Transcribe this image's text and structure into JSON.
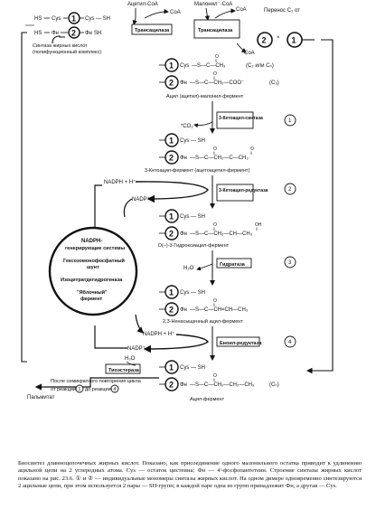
{
  "diagram": {
    "acetyl_coa": "Ацетил-СоА",
    "malonyl_coa": "Малонил⁻-СоА",
    "coa_1": "СоА",
    "coa_2": "СоА",
    "coa_3": "СоА",
    "transfer_c2": "Перенос C₂ от",
    "hs_label": "HS",
    "cys": "Cys",
    "cys_sh": "Cys — SH",
    "fn": "Фн",
    "sh": "SH",
    "transacylase_1": "Трансацилаза",
    "transacylase_2": "Трансацилаза",
    "synthase_label": "Синтаза жирных кислот",
    "synthase_sub": "(полифункционный комплекс)",
    "acyl_fragment": "—S—C—CH₃",
    "acyl_note": "(C₂ или Cₙ)",
    "malonyl_fragment": "—S—C—CH₂—COO⁻",
    "malonyl_note": "(C₃)",
    "acyl_malonyl_enzyme": "Ацил (ацетил)-малонил-фермент",
    "ketoacyl_synthase": "3-Кетоацил-синтаза",
    "co2": "*CO₂",
    "ketoacyl_fragment": "—S—C—CH₂—C—CH₃",
    "ketoacyl_enzyme": "3-Кетоацил-фермент (ацетоацетил-фермент)",
    "nadph_h_1": "NADPH + H⁺",
    "nadp_1": "NADP⁺",
    "ketoacyl_reductase": "3-Кетоацил-редуктаза",
    "hydroxyacyl_fragment": "—S—C—CH₂—CH—CH₃",
    "oh": "OH",
    "hydroxyacyl_enzyme": "D(–)-3-Гидроксиацил-фермент",
    "dehydratase": "Гидратаза",
    "h2o_1": "H₂O",
    "enoyl_fragment": "—S—C—CH=CH—CH₃",
    "enoyl_enzyme": "2,3-Ненасыщенный ацил-фермент",
    "generating_title": "NADPH-",
    "generating_title2": "генерирующие системы",
    "gen_1": "Гексозомонофосфатный",
    "gen_1b": "шунт",
    "gen_2": "Изоцитратдегидрогеназа",
    "gen_3": "\"Яблочный\"",
    "gen_3b": "фермент",
    "nadph_h_2": "NADPH + H⁺",
    "nadp_2": "NADP⁺",
    "enoyl_reductase": "Еноил-редуктаза",
    "thioesterase": "Тиоэстераза",
    "h2o_2": "H₂O",
    "after_7": "После семикратного повторения цикла",
    "from_reaction": "от реакции",
    "to_reaction": "до реакции",
    "palmitate": "Пальмитат",
    "acyl_fragment_final": "—S—C—CH₂—CH₂—CH₃",
    "cn_note": "(Cₙ)",
    "acyl_enzyme": "Ацил-фермент",
    "o": "O",
    "step_1": "1",
    "step_2": "2",
    "step_3": "3",
    "step_4": "4"
  },
  "caption": {
    "text": "Биосинтез длинноцепочечных жирных кислот. Показано, как присоединение одного малонильного остатка приводит к удлинению ацильной цепи на 2 углеродных атома. Cys — остаток цистеина; Фн — 4'-фосфопантетеин. Строение синтазы жирных кислот показано на рис. 23.6. ① и ② — индивидуальные мономеры синтазы жирных кислот. На одном димере одновременно синтезируются 2 ацильные цепи, при этом используется 2 пары — SH-групп; в каждой паре одна из групп принадлежит Фн, а другая — Cys."
  }
}
